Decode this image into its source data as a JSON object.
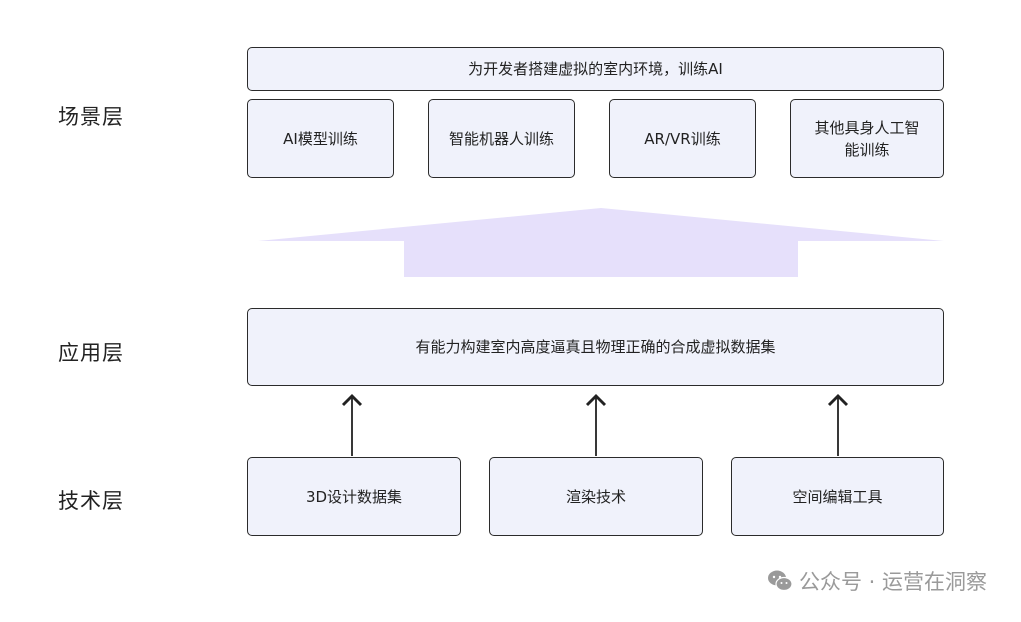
{
  "layers": {
    "scene": "场景层",
    "application": "应用层",
    "technology": "技术层"
  },
  "scene": {
    "banner": "为开发者搭建虚拟的室内环境，训练AI",
    "boxes": [
      "AI模型训练",
      "智能机器人训练",
      "AR/VR训练",
      "其他具身人工智能训练"
    ]
  },
  "application": {
    "box": "有能力构建室内高度逼真且物理正确的合成虚拟数据集"
  },
  "technology": {
    "boxes": [
      "3D设计数据集",
      "渲染技术",
      "空间编辑工具"
    ]
  },
  "watermark": {
    "text": "公众号 · 运营在洞察",
    "icon": "wechat-icon"
  },
  "colors": {
    "box_fill": "#f0f2fb",
    "box_border": "#2b2b2b",
    "big_arrow": "#e6e0fb",
    "watermark": "#9a9a9a"
  }
}
